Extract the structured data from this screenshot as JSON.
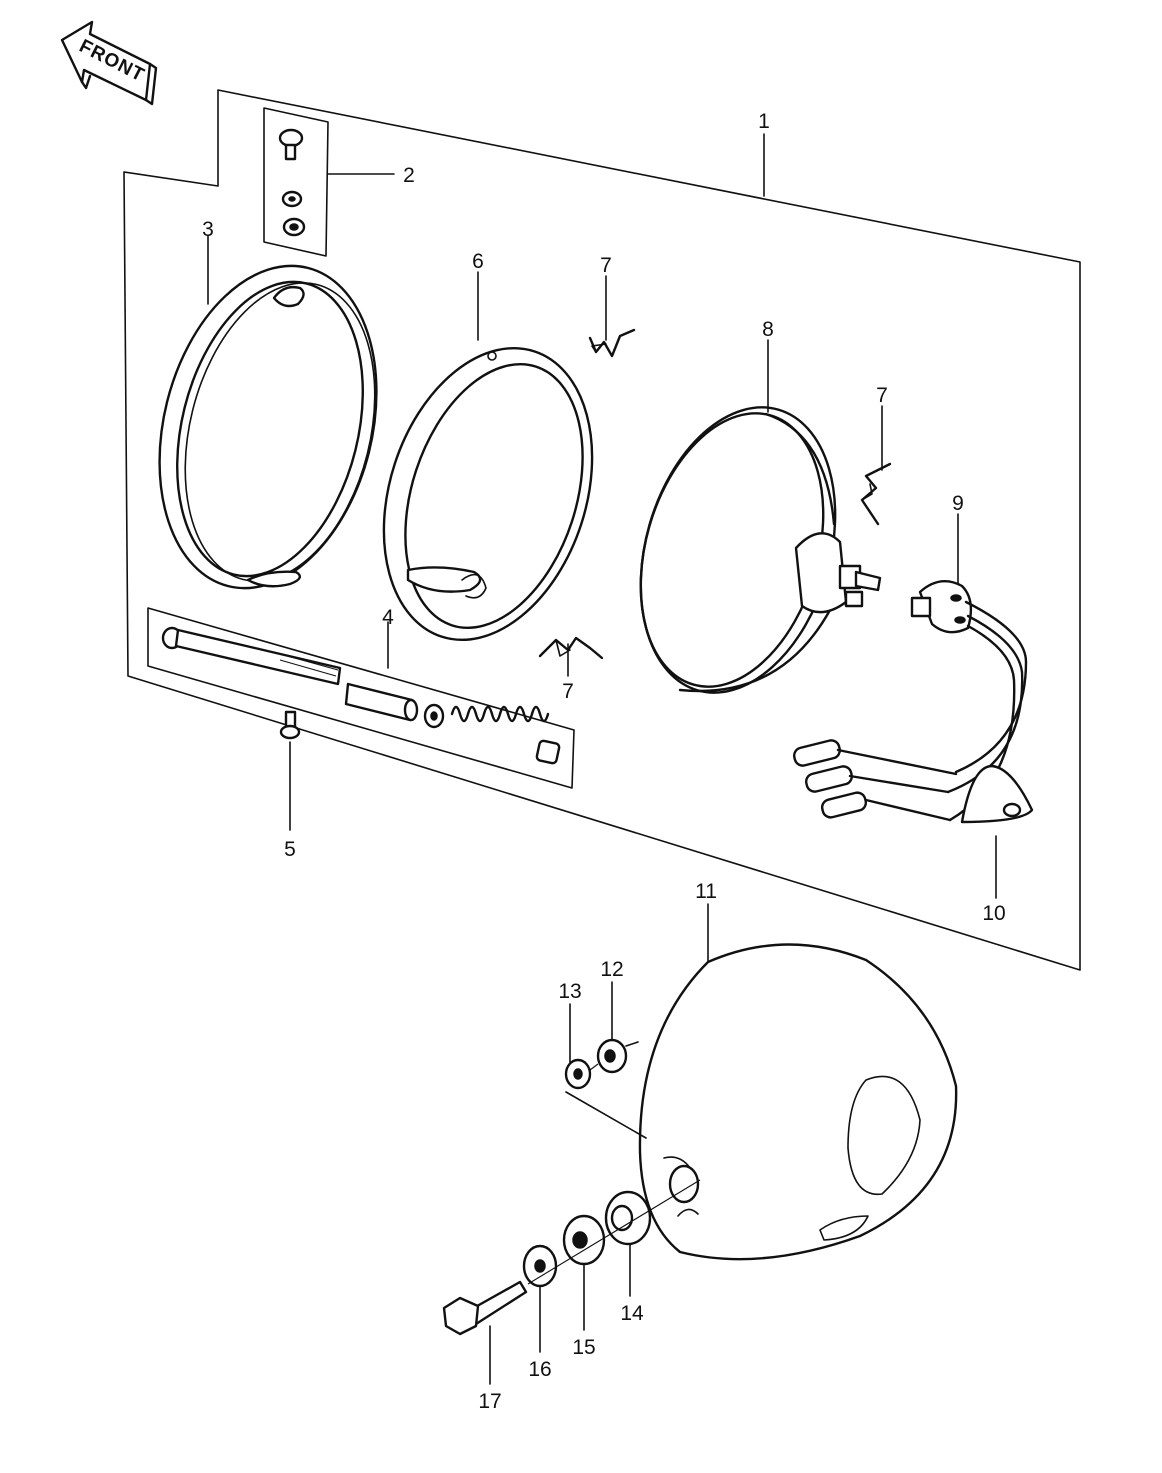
{
  "direction_arrow": {
    "label": "FRONT",
    "icon": "front-arrow-icon"
  },
  "callouts": [
    {
      "id": "1",
      "label": "1"
    },
    {
      "id": "2",
      "label": "2"
    },
    {
      "id": "3",
      "label": "3"
    },
    {
      "id": "4",
      "label": "4"
    },
    {
      "id": "5",
      "label": "5"
    },
    {
      "id": "6",
      "label": "6"
    },
    {
      "id": "7a",
      "label": "7"
    },
    {
      "id": "7b",
      "label": "7"
    },
    {
      "id": "7c",
      "label": "7"
    },
    {
      "id": "8",
      "label": "8"
    },
    {
      "id": "9",
      "label": "9"
    },
    {
      "id": "10",
      "label": "10"
    },
    {
      "id": "11",
      "label": "11"
    },
    {
      "id": "12",
      "label": "12"
    },
    {
      "id": "13",
      "label": "13"
    },
    {
      "id": "14",
      "label": "14"
    },
    {
      "id": "15",
      "label": "15"
    },
    {
      "id": "16",
      "label": "16"
    },
    {
      "id": "17",
      "label": "17"
    }
  ],
  "colors": {
    "line": "#111111",
    "background": "#ffffff"
  }
}
